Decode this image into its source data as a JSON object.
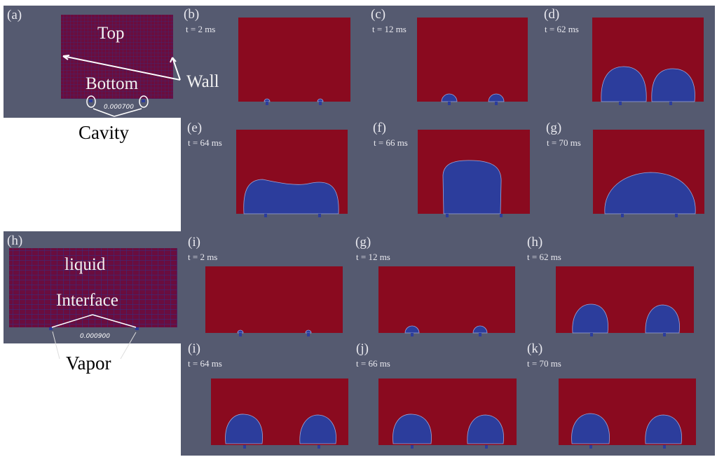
{
  "colors": {
    "background": "#555a70",
    "liquid": "#8a0a1f",
    "vapor": "#2c3d9c",
    "mesh": "#5a1050"
  },
  "mesh_panels": {
    "a": {
      "label": "(a)",
      "top": "Top",
      "bottom": "Bottom",
      "wall": "Wall",
      "scale": "0.000700",
      "cavity": "Cavity"
    },
    "h": {
      "label": "(h)",
      "liquid": "liquid",
      "interface": "Interface",
      "scale": "0.000900",
      "vapor": "Vapor"
    }
  },
  "panels": [
    {
      "label": "(b)",
      "time": "t = 2 ms"
    },
    {
      "label": "(c)",
      "time": "t = 12 ms"
    },
    {
      "label": "(d)",
      "time": "t = 62 ms"
    },
    {
      "label": "(e)",
      "time": "t = 64 ms"
    },
    {
      "label": "(f)",
      "time": "t = 66 ms"
    },
    {
      "label": "(g)",
      "time": "t = 70 ms"
    },
    {
      "label": "(i)",
      "time": "t = 2 ms"
    },
    {
      "label": "(g)",
      "time": "t = 12 ms"
    },
    {
      "label": "(h)",
      "time": "t = 62 ms"
    },
    {
      "label": "(i)",
      "time": "t = 64 ms"
    },
    {
      "label": "(j)",
      "time": "t = 66 ms"
    },
    {
      "label": "(k)",
      "time": "t = 70 ms"
    }
  ]
}
